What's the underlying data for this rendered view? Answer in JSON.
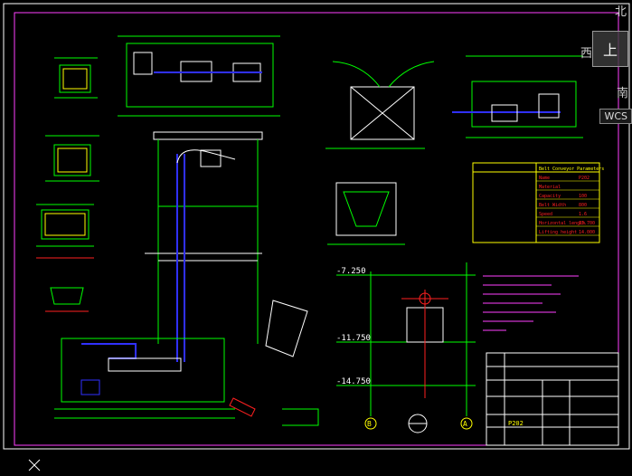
{
  "viewcube": {
    "north": "北",
    "west": "西",
    "top": "上",
    "south": "南",
    "wcs": "WCS"
  },
  "drawing": {
    "elevations": [
      "-7.250",
      "-11.750",
      "-14.750"
    ],
    "grid_marks": [
      "B",
      "A"
    ],
    "drawing_no": "P202",
    "table_header": "Belt Conveyor Parameters",
    "param_rows": [
      [
        "Name",
        "P202"
      ],
      [
        "Material",
        ""
      ],
      [
        "Capacity",
        "100"
      ],
      [
        "Belt Width",
        "800"
      ],
      [
        "Speed",
        "1.6"
      ],
      [
        "Horizontal length",
        "13.700"
      ],
      [
        "Lifting height",
        "14.000"
      ]
    ]
  },
  "colors": {
    "background": "#000000",
    "frame": "#ff40ff",
    "primary": "#00ff00",
    "blue": "#3030ff",
    "cyan": "#00ffff",
    "yellow": "#ffff00",
    "red": "#ff2020",
    "white": "#ffffff"
  }
}
